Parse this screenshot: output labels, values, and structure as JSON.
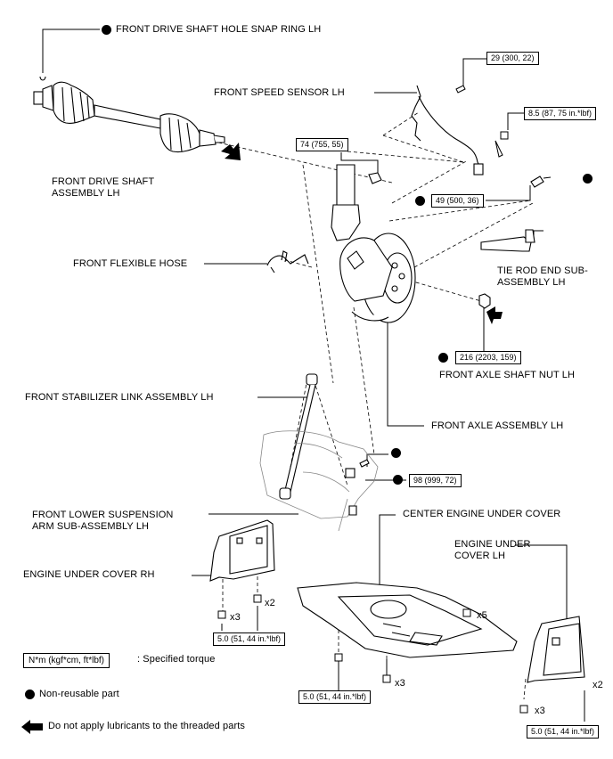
{
  "labels": {
    "snap_ring": "FRONT DRIVE SHAFT HOLE SNAP RING LH",
    "speed_sensor": "FRONT SPEED SENSOR LH",
    "drive_shaft": "FRONT DRIVE SHAFT\nASSEMBLY LH",
    "flexible_hose": "FRONT FLEXIBLE HOSE",
    "tie_rod": "TIE ROD END SUB-\nASSEMBLY LH",
    "axle_nut": "FRONT AXLE SHAFT NUT LH",
    "stabilizer_link": "FRONT STABILIZER LINK ASSEMBLY LH",
    "front_axle": "FRONT AXLE ASSEMBLY LH",
    "lower_arm": "FRONT LOWER SUSPENSION\nARM SUB-ASSEMBLY LH",
    "center_cover": "CENTER ENGINE UNDER COVER",
    "cover_lh": "ENGINE UNDER\nCOVER LH",
    "cover_rh": "ENGINE UNDER COVER RH"
  },
  "torques": {
    "t29": "29 (300, 22)",
    "t85": "8.5 (87, 75 in.*lbf)",
    "t74": "74 (755, 55)",
    "t49": "49 (500, 36)",
    "t216": "216 (2203, 159)",
    "t98": "98 (999, 72)",
    "t50_rh": "5.0 (51, 44 in.*lbf)",
    "t50_center": "5.0 (51, 44 in.*lbf)",
    "t50_lh": "5.0 (51, 44 in.*lbf)"
  },
  "quantities": {
    "rh_x3": "x3",
    "rh_x2": "x2",
    "center_x5": "x5",
    "center_x3": "x3",
    "lh_x2": "x2",
    "lh_x3": "x3"
  },
  "legend": {
    "torque_unit": "N*m (kgf*cm, ft*lbf)",
    "torque_desc": ": Specified torque",
    "nonreusable": "Non-reusable part",
    "no_lubricant": "Do not apply lubricants to the threaded parts"
  }
}
